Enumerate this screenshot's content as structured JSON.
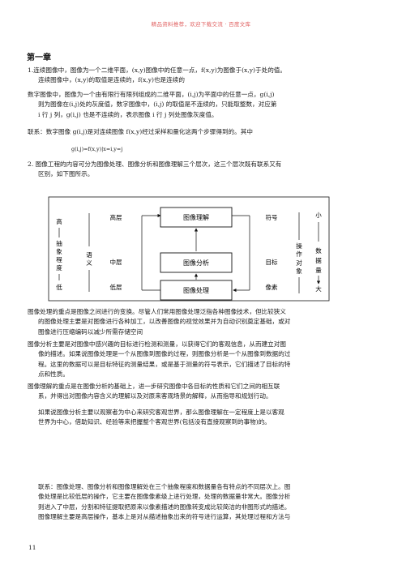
{
  "banner": "精品资料推荐，欢迎下载交流 · 百度文库",
  "chapter_title": "第一章",
  "para1": [
    "1.连续图像中，图像为一个二维平面，(x,y)图像中的任意一点，f(x,y)为图像于(x,y)于处的值。",
    "连续图像中，(x,y)的取值是连续的，f(x,y)也是连续的"
  ],
  "para2": [
    "数字图像中，图像为一个由有限行有限列组成的二维平面，(i,j)为平面中的任意一点，g(i,j)",
    "则为图像在(i,j)处的灰度值，数字图像中，(i,j) 的取值是不连续的，只能取整数，对应第",
    "i 行 j 列，g(i,j) 也是不连续的，表示图像 i 行 j 列处图像灰度值。"
  ],
  "para3": "联系：数字图像 g(i,j)是对连续图像 f(x,y)经过采样和量化这两个步骤得到的。其中",
  "formula": "g(i,j)=f(x,y)|x=i,y=j",
  "para4": [
    "2.  图像工程的内容可分为图像处理、图像分析和图像理解三个层次，这三个层次既有联系又有",
    "区别，如下图所示。"
  ],
  "diagram": {
    "left_label_top": "高",
    "left_label_mid": "抽象程度",
    "left_label_bottom": "低",
    "semantic": "语义",
    "level_high": "高层",
    "level_mid": "中层",
    "level_low": "低层",
    "box_top": "图像理解",
    "box_mid": "图像分析",
    "box_bottom": "图像处理",
    "right_symbol": "符号",
    "right_target": "目标",
    "right_pixel": "像素",
    "operation_object": "操作对象",
    "right_small": "小",
    "data_amount": "数据量",
    "right_large": "大"
  },
  "para5": [
    "图像处理的重点是图像之间进行的变换。尽管人们常用图像处理泛指各种图像技术，但比较狭义",
    "的图像处理主要是对图像进行各种加工，以改善图像的视觉效果并为自动识别奠定基础，或对",
    "图像进行压缩编码以减少所需存储空间"
  ],
  "para6": [
    "图像分析主要是对图像中感兴趣的目标进行检测和测量，以获得它们的客观信息，从而建立对图",
    "像的描述。如果说图像处理是一个从图像到图像的过程，则图像分析是一个从图像到数据的过",
    "程。这里的数据可以是目标特征的测量结果，或是基于测量的符号表示，它们描述了目标的特",
    "点和性质。"
  ],
  "para7": [
    "图像理解的重点是在图像分析的基础上，进一步研究图像中各目标的性质和它们之间的相互联",
    "系，并得出对图像内容含义的理解以及对原来客观场景的解释，从而指导和规划行动。"
  ],
  "para8": [
    "如果说图像分析主要以观察者为中心来研究客观世界，那么图像理解在一定程度上是以客观",
    "世界为中心，借助知识、经验等来把握整个客观世界(包括没有直接观察到的事物)的。"
  ],
  "para9": [
    "联系：图像处理、图像分析和图像理解处在三个抽象程度和数据量各有特点的不同层次上。图",
    "像处理是比较低层的操作，它主要在图像像素级上进行处理，处理的数据量非常大。图像分析",
    "则进入了中层，分割和特征提取把原来以像素描述的图像转变成比较简洁的非图形式的描述。",
    "图像理解主要是高层操作，基本上是对从描述抽象出来的符号进行运算，其处理过程和方法与"
  ],
  "page_number": "11"
}
